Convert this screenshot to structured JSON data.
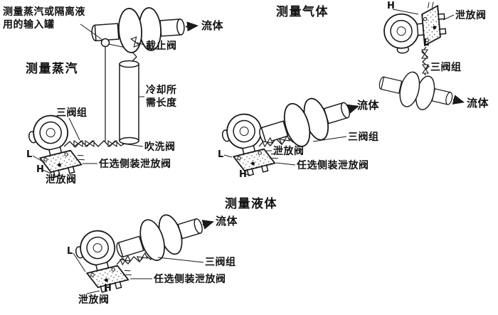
{
  "canvas": {
    "background": "#ffffff",
    "ink": "#1a1a1a"
  },
  "sections": {
    "steam": {
      "title": "测量蒸汽",
      "inlet_tank_note": "测量蒸汽或隔离液\n用的输入罐",
      "fluid": "流体",
      "stop_valve": "截止阀",
      "cooling_length": "冷却所\n需长度",
      "three_valve_manifold": "三阀组",
      "purge_valve": "吹洗阀",
      "optional_side_drain_valve": "任选侧装泄放阀",
      "drain_valve": "泄放阀",
      "low_side": "L",
      "high_side": "H"
    },
    "gas": {
      "title": "测量气体",
      "top_unit": {
        "drain_valve": "泄放阀",
        "three_valve_manifold": "三阀组",
        "fluid": "流体",
        "high_side": "H",
        "low_side": "L"
      },
      "side_unit": {
        "fluid": "流体",
        "three_valve_manifold": "三阀组",
        "drain_valve": "泄放阀",
        "optional_side_drain_valve": "任选侧装泄放阀",
        "low_side": "L",
        "high_side": "H"
      }
    },
    "liquid": {
      "title": "测量液体",
      "fluid": "流体",
      "three_valve_manifold": "三阀组",
      "optional_side_drain_valve": "任选侧装泄放阀",
      "drain_valve": "泄放阀",
      "low_side": "L",
      "high_side": "H"
    }
  }
}
